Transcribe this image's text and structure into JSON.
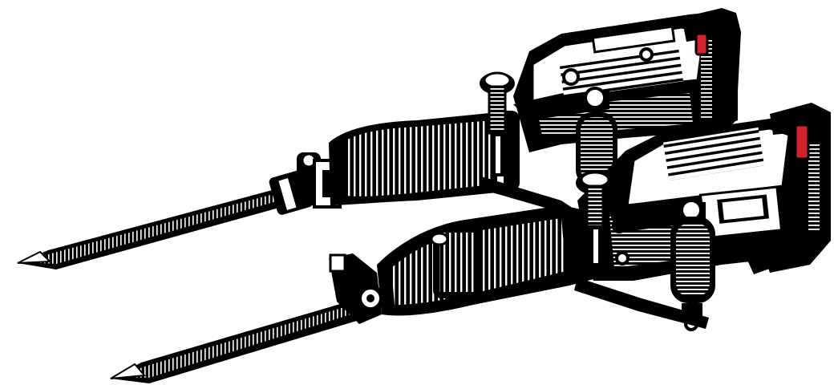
{
  "illustration": {
    "subject": "two-demolition-hammers",
    "palette": {
      "background": "#ffffff",
      "ink": "#000000",
      "paper": "#ffffff",
      "accent": "#d6222c",
      "shade": "#1a1a1a"
    },
    "items": [
      {
        "name": "rear-hammer",
        "has_red_trigger": true
      },
      {
        "name": "front-hammer",
        "has_red_trigger": true
      }
    ]
  }
}
